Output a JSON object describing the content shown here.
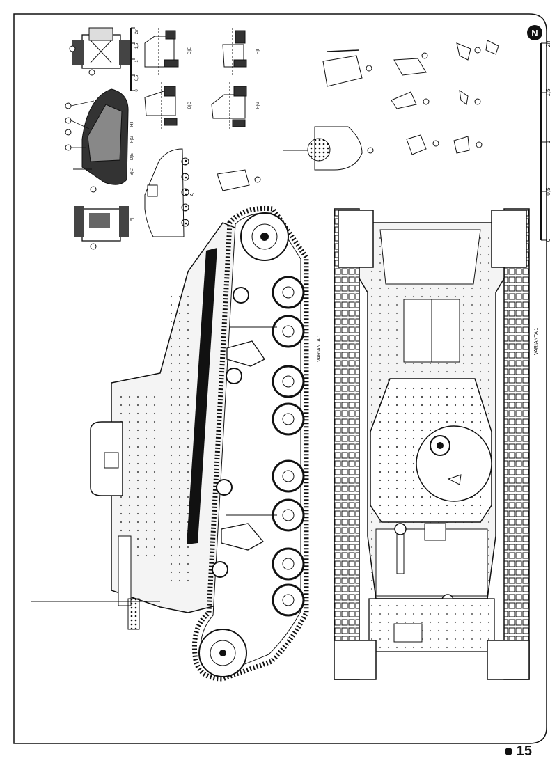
{
  "page": {
    "number": "15"
  },
  "brand": {
    "logo_letter": "N"
  },
  "scale": {
    "ticks": [
      "0",
      "0,5",
      "1",
      "1,5",
      "2m"
    ],
    "main_ticks": [
      "0",
      "0,5",
      "1",
      "1,5",
      "2m"
    ]
  },
  "side_view": {
    "variant_label": "VARIANTA 1"
  },
  "top_view": {
    "variant_label": "VARIANTA 1"
  },
  "detail_views": {
    "section_labels": [
      "D|E",
      "H|I",
      "B|C",
      "F|G",
      "A",
      "A|",
      "B|C",
      "D|E",
      "F|G",
      "H|I"
    ]
  },
  "colors": {
    "ink": "#111111",
    "paper": "#ffffff",
    "hull_fill": "#f4f4f4"
  }
}
